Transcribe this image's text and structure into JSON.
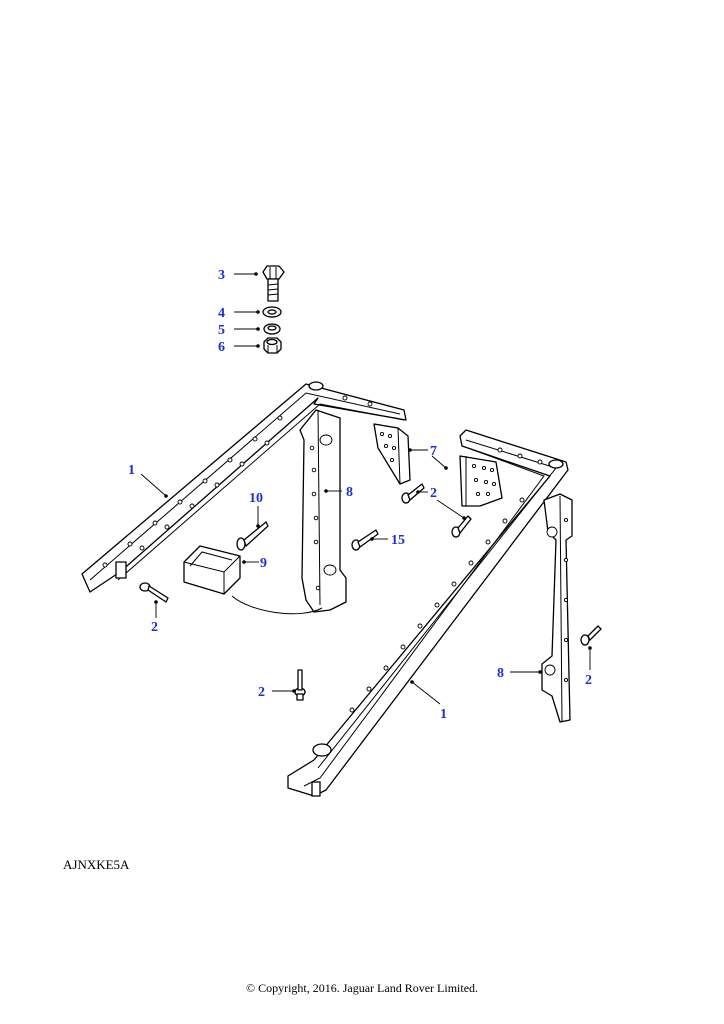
{
  "illustration_code": "AJNXKE5A",
  "copyright": "© Copyright, 2016. Jaguar Land Rover Limited.",
  "callouts": [
    {
      "id": "c3",
      "label": "3"
    },
    {
      "id": "c4",
      "label": "4"
    },
    {
      "id": "c5",
      "label": "5"
    },
    {
      "id": "c6",
      "label": "6"
    },
    {
      "id": "c1a",
      "label": "1"
    },
    {
      "id": "c8a",
      "label": "8"
    },
    {
      "id": "c7",
      "label": "7"
    },
    {
      "id": "c2a",
      "label": "2"
    },
    {
      "id": "c10",
      "label": "10"
    },
    {
      "id": "c15",
      "label": "15"
    },
    {
      "id": "c9",
      "label": "9"
    },
    {
      "id": "c2b",
      "label": "2"
    },
    {
      "id": "c2c",
      "label": "2"
    },
    {
      "id": "c8b",
      "label": "8"
    },
    {
      "id": "c2d",
      "label": "2"
    },
    {
      "id": "c1b",
      "label": "1"
    }
  ],
  "colors": {
    "callout": "#1a2fd6",
    "line": "#000000",
    "background": "#ffffff"
  }
}
